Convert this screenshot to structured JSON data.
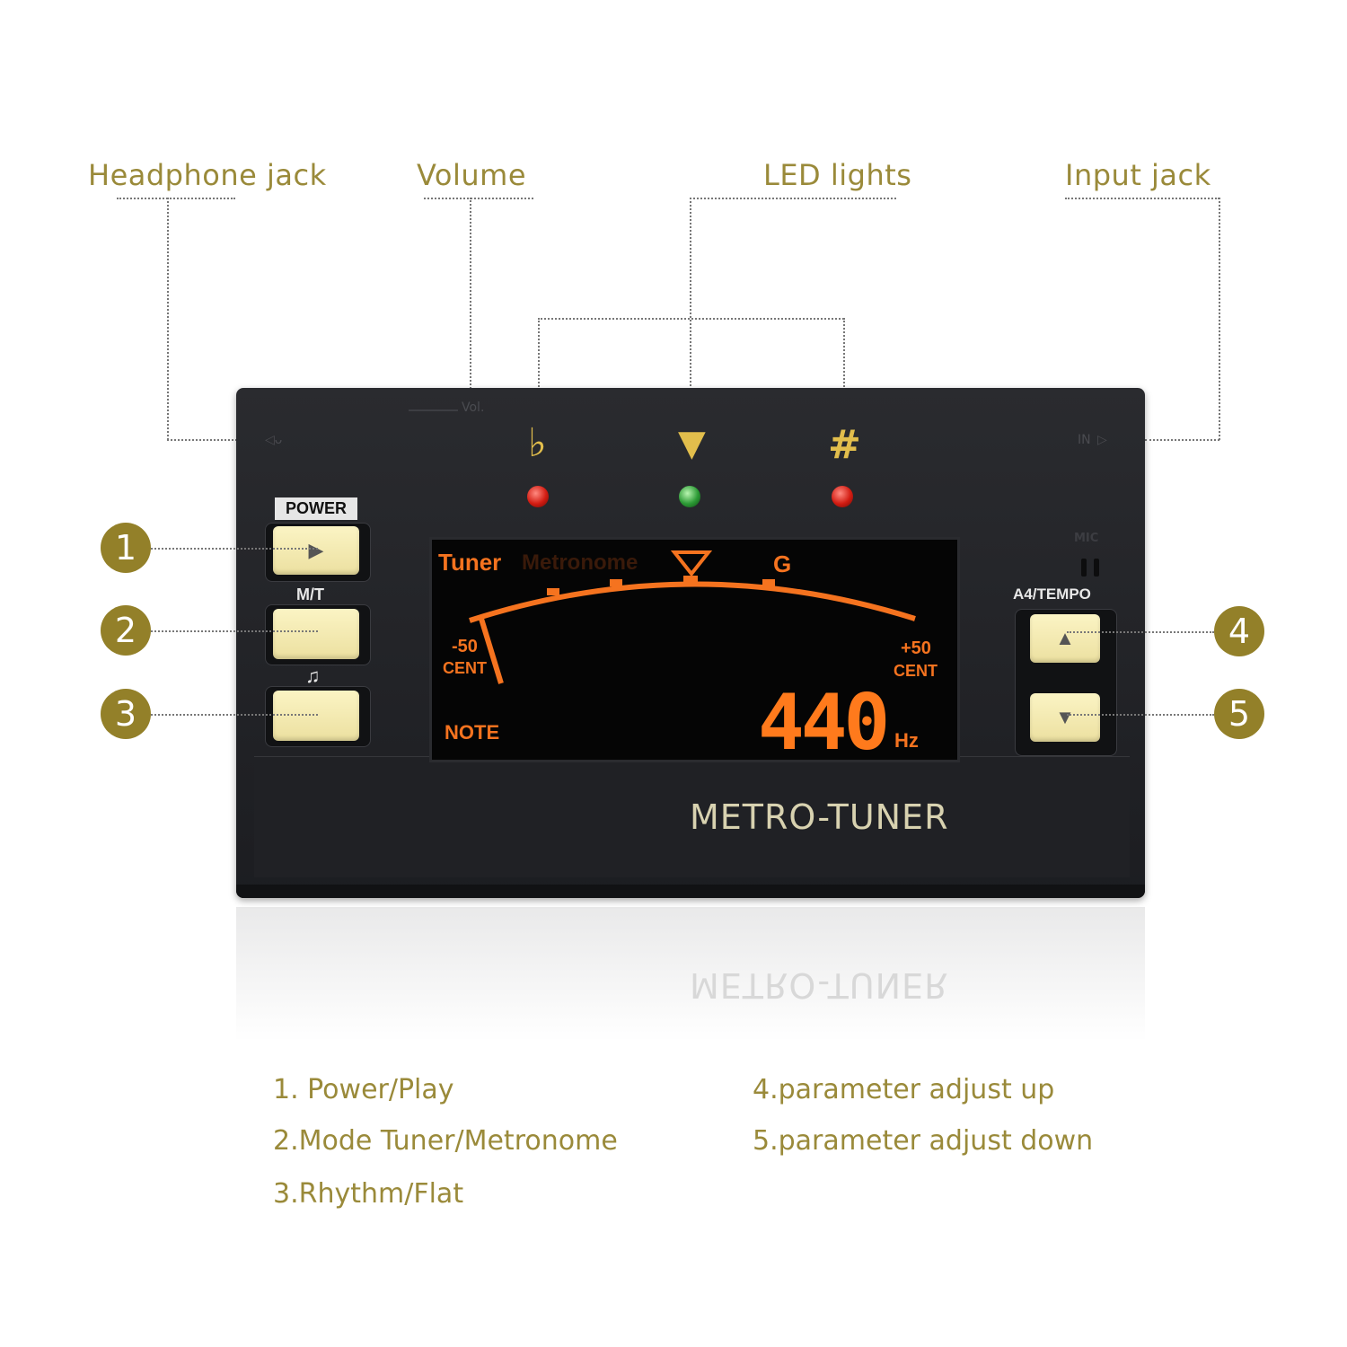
{
  "callouts": {
    "headphone_jack": "Headphone jack",
    "volume": "Volume",
    "led_lights": "LED lights",
    "input_jack": "Input jack"
  },
  "device": {
    "brand": "METRO-TUNER",
    "vol_label": "Vol.",
    "in_label": "IN",
    "flat_symbol": "♭",
    "sharp_symbol": "#",
    "power_label": "POWER",
    "mt_label": "M/T",
    "rhythm_label": "♫",
    "a4_tempo_label": "A4/TEMPO",
    "mic_label": "MIC",
    "play_glyph": "▶",
    "up_glyph": "▲",
    "down_glyph": "▼"
  },
  "lcd": {
    "mode_tuner": "Tuner",
    "mode_metronome": "Metronome",
    "note": "G",
    "minus_50": "-50",
    "plus_50": "+50",
    "cent_left": "CENT",
    "cent_right": "CENT",
    "note_label": "NOTE",
    "frequency": "440",
    "unit": "Hz"
  },
  "circles": [
    "1",
    "2",
    "3",
    "4",
    "5"
  ],
  "legend": {
    "item1": "1. Power/Play",
    "item2": "2.Mode Tuner/Metronome",
    "item3": "3.Rhythm/Flat",
    "item4": "4.parameter adjust up",
    "item5": "5.parameter adjust down"
  },
  "colors": {
    "accent_gold": "#9a8a3a",
    "circle_gold": "#938029",
    "lcd_orange": "#f5731f",
    "button_cream": "#f6eebc"
  }
}
